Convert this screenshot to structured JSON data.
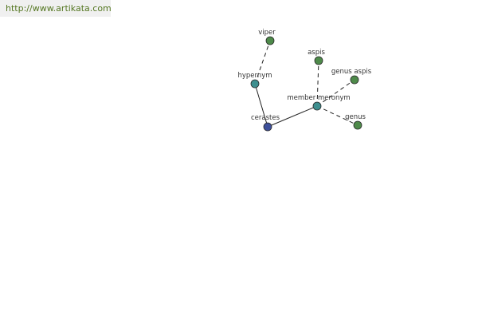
{
  "header": {
    "url": "http://www.artikata.com"
  },
  "graph": {
    "colors": {
      "center": "#3d4f9a",
      "relation": "#3e8f8f",
      "leaf": "#4e8a4a"
    },
    "nodes": [
      {
        "id": "cerastes",
        "label": "cerastes",
        "kind": "center"
      },
      {
        "id": "hypernym",
        "label": "hypernym",
        "kind": "relation"
      },
      {
        "id": "member-meronym",
        "label": "member meronym",
        "kind": "relation"
      },
      {
        "id": "viper",
        "label": "viper",
        "kind": "leaf"
      },
      {
        "id": "aspis",
        "label": "aspis",
        "kind": "leaf"
      },
      {
        "id": "genus-aspis",
        "label": "genus aspis",
        "kind": "leaf"
      },
      {
        "id": "genus",
        "label": "genus",
        "kind": "leaf"
      }
    ],
    "edges": [
      {
        "from": "cerastes",
        "to": "hypernym",
        "style": "solid"
      },
      {
        "from": "cerastes",
        "to": "member-meronym",
        "style": "solid"
      },
      {
        "from": "hypernym",
        "to": "viper",
        "style": "dashed"
      },
      {
        "from": "member-meronym",
        "to": "aspis",
        "style": "dashed"
      },
      {
        "from": "member-meronym",
        "to": "genus-aspis",
        "style": "dashed"
      },
      {
        "from": "member-meronym",
        "to": "genus",
        "style": "dashed"
      }
    ]
  }
}
